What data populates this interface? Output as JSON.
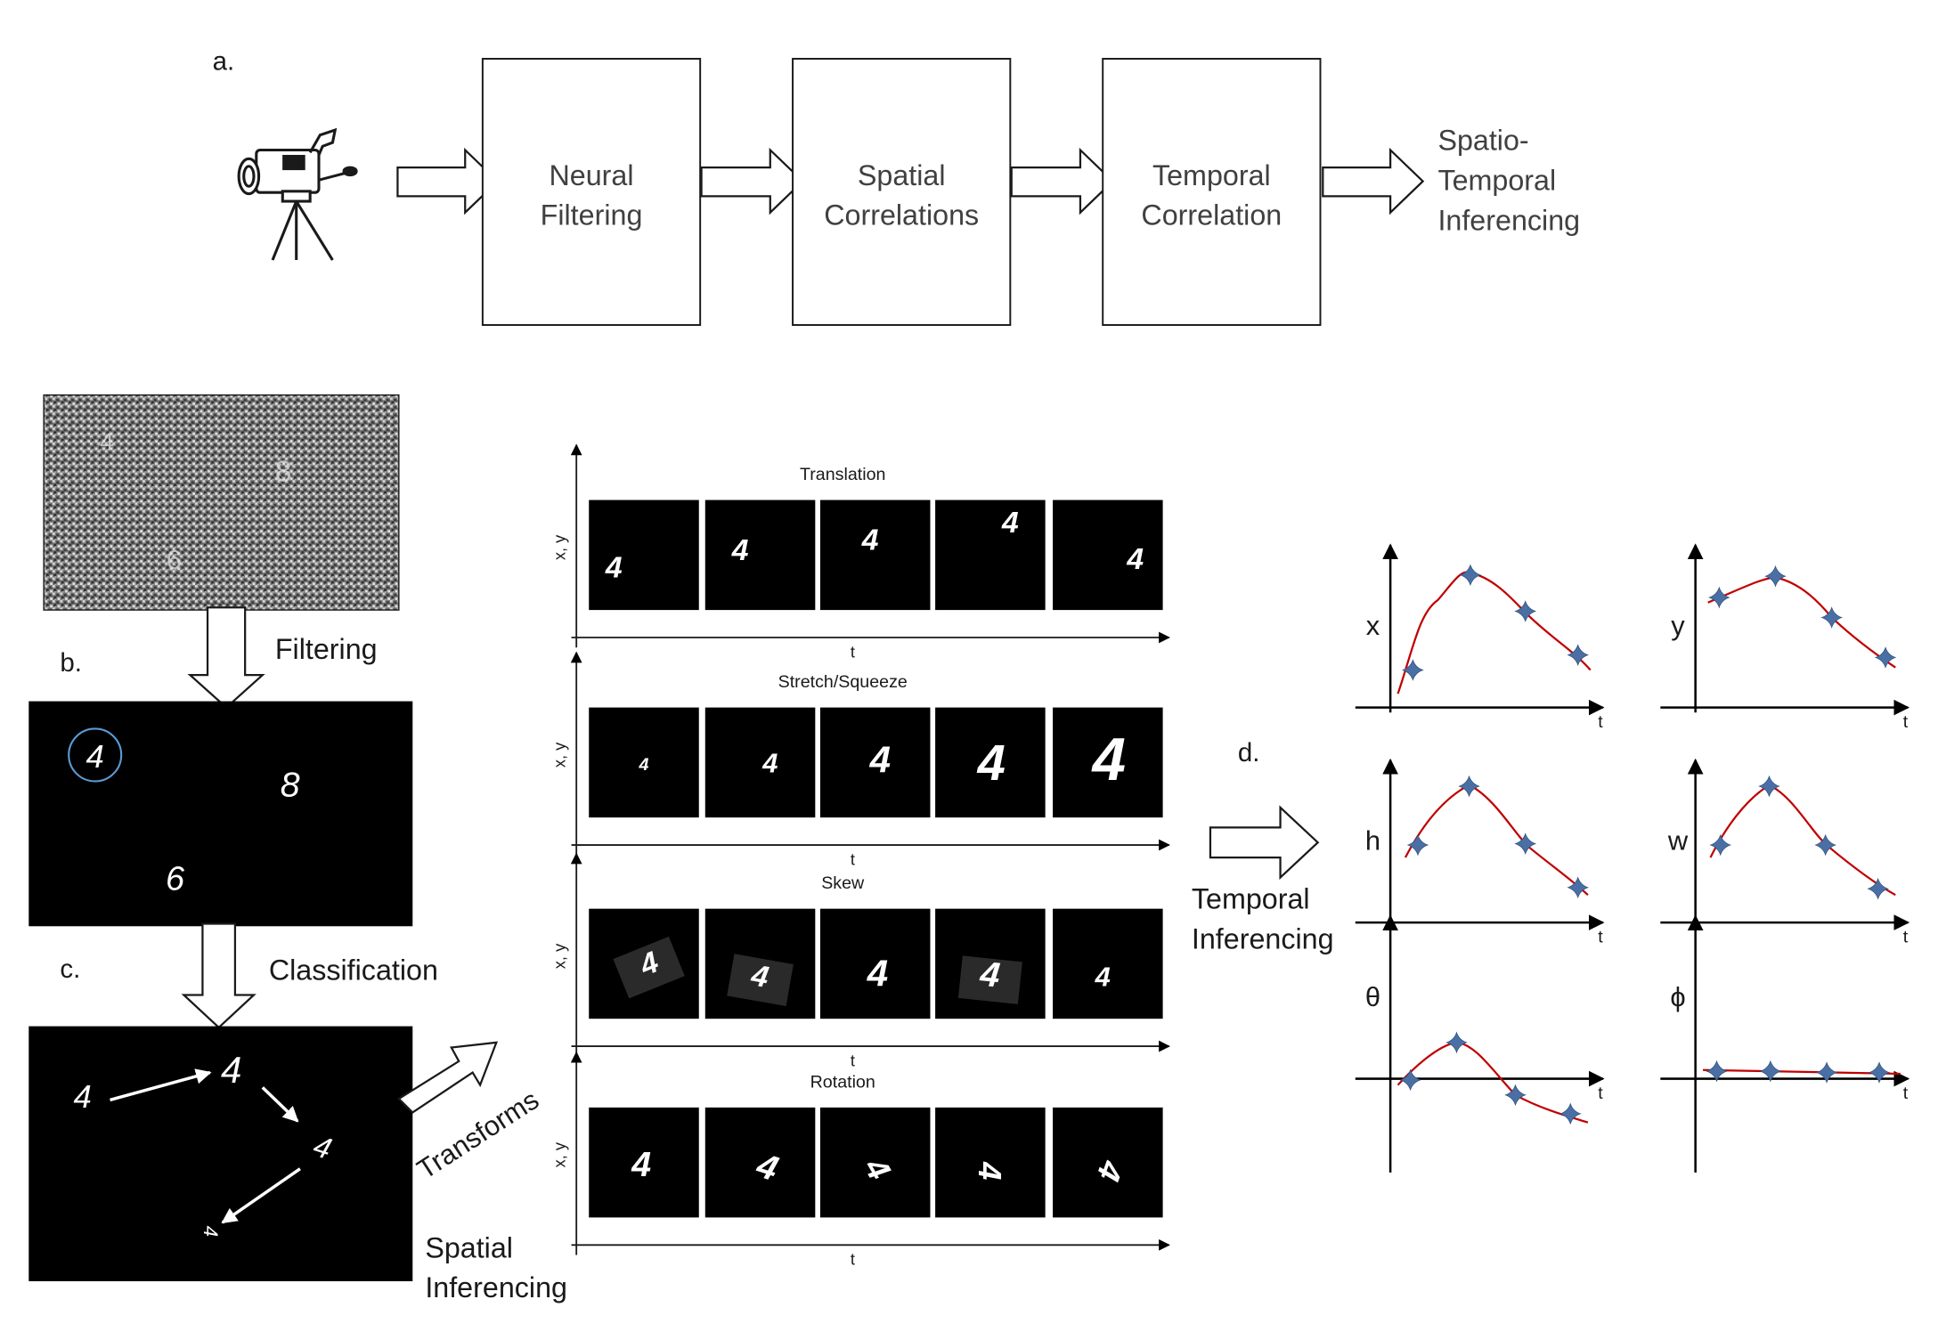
{
  "panel_a": {
    "label": "a.",
    "stages": [
      {
        "line1": "Neural",
        "line2": "Filtering"
      },
      {
        "line1": "Spatial",
        "line2": "Correlations"
      },
      {
        "line1": "Temporal",
        "line2": "Correlation"
      }
    ],
    "output": {
      "line1": "Spatio-",
      "line2": "Temporal",
      "line3": "Inferencing"
    },
    "camera_icon": "video-camera-on-tripod-icon"
  },
  "panel_b": {
    "label": "b.",
    "arrow_label": "Filtering",
    "digits": [
      "4",
      "8",
      "6"
    ]
  },
  "panel_c": {
    "label": "c.",
    "arrow_label": "Classification",
    "digit": "4",
    "transforms_label": "Transforms",
    "spatial_line1": "Spatial",
    "spatial_line2": "Inferencing"
  },
  "strips": [
    {
      "title": "Translation",
      "ylabel": "x, y",
      "xlabel": "t"
    },
    {
      "title": "Stretch/Squeeze",
      "ylabel": "x, y",
      "xlabel": "t"
    },
    {
      "title": "Skew",
      "ylabel": "x, y",
      "xlabel": "t"
    },
    {
      "title": "Rotation",
      "ylabel": "x, y",
      "xlabel": "t"
    }
  ],
  "panel_d": {
    "label": "d.",
    "arrow_line1": "Temporal",
    "arrow_line2": "Inferencing"
  },
  "plots": [
    {
      "ylabel": "x",
      "xlabel": "t"
    },
    {
      "ylabel": "y",
      "xlabel": "t"
    },
    {
      "ylabel": "h",
      "xlabel": "t"
    },
    {
      "ylabel": "w",
      "xlabel": "t"
    },
    {
      "ylabel": "θ",
      "xlabel": "t"
    },
    {
      "ylabel": "ϕ",
      "xlabel": "t"
    }
  ],
  "colors": {
    "curve": "#c00000",
    "marker": "#4a6fa5",
    "highlight_circle": "#5b9bd5"
  }
}
